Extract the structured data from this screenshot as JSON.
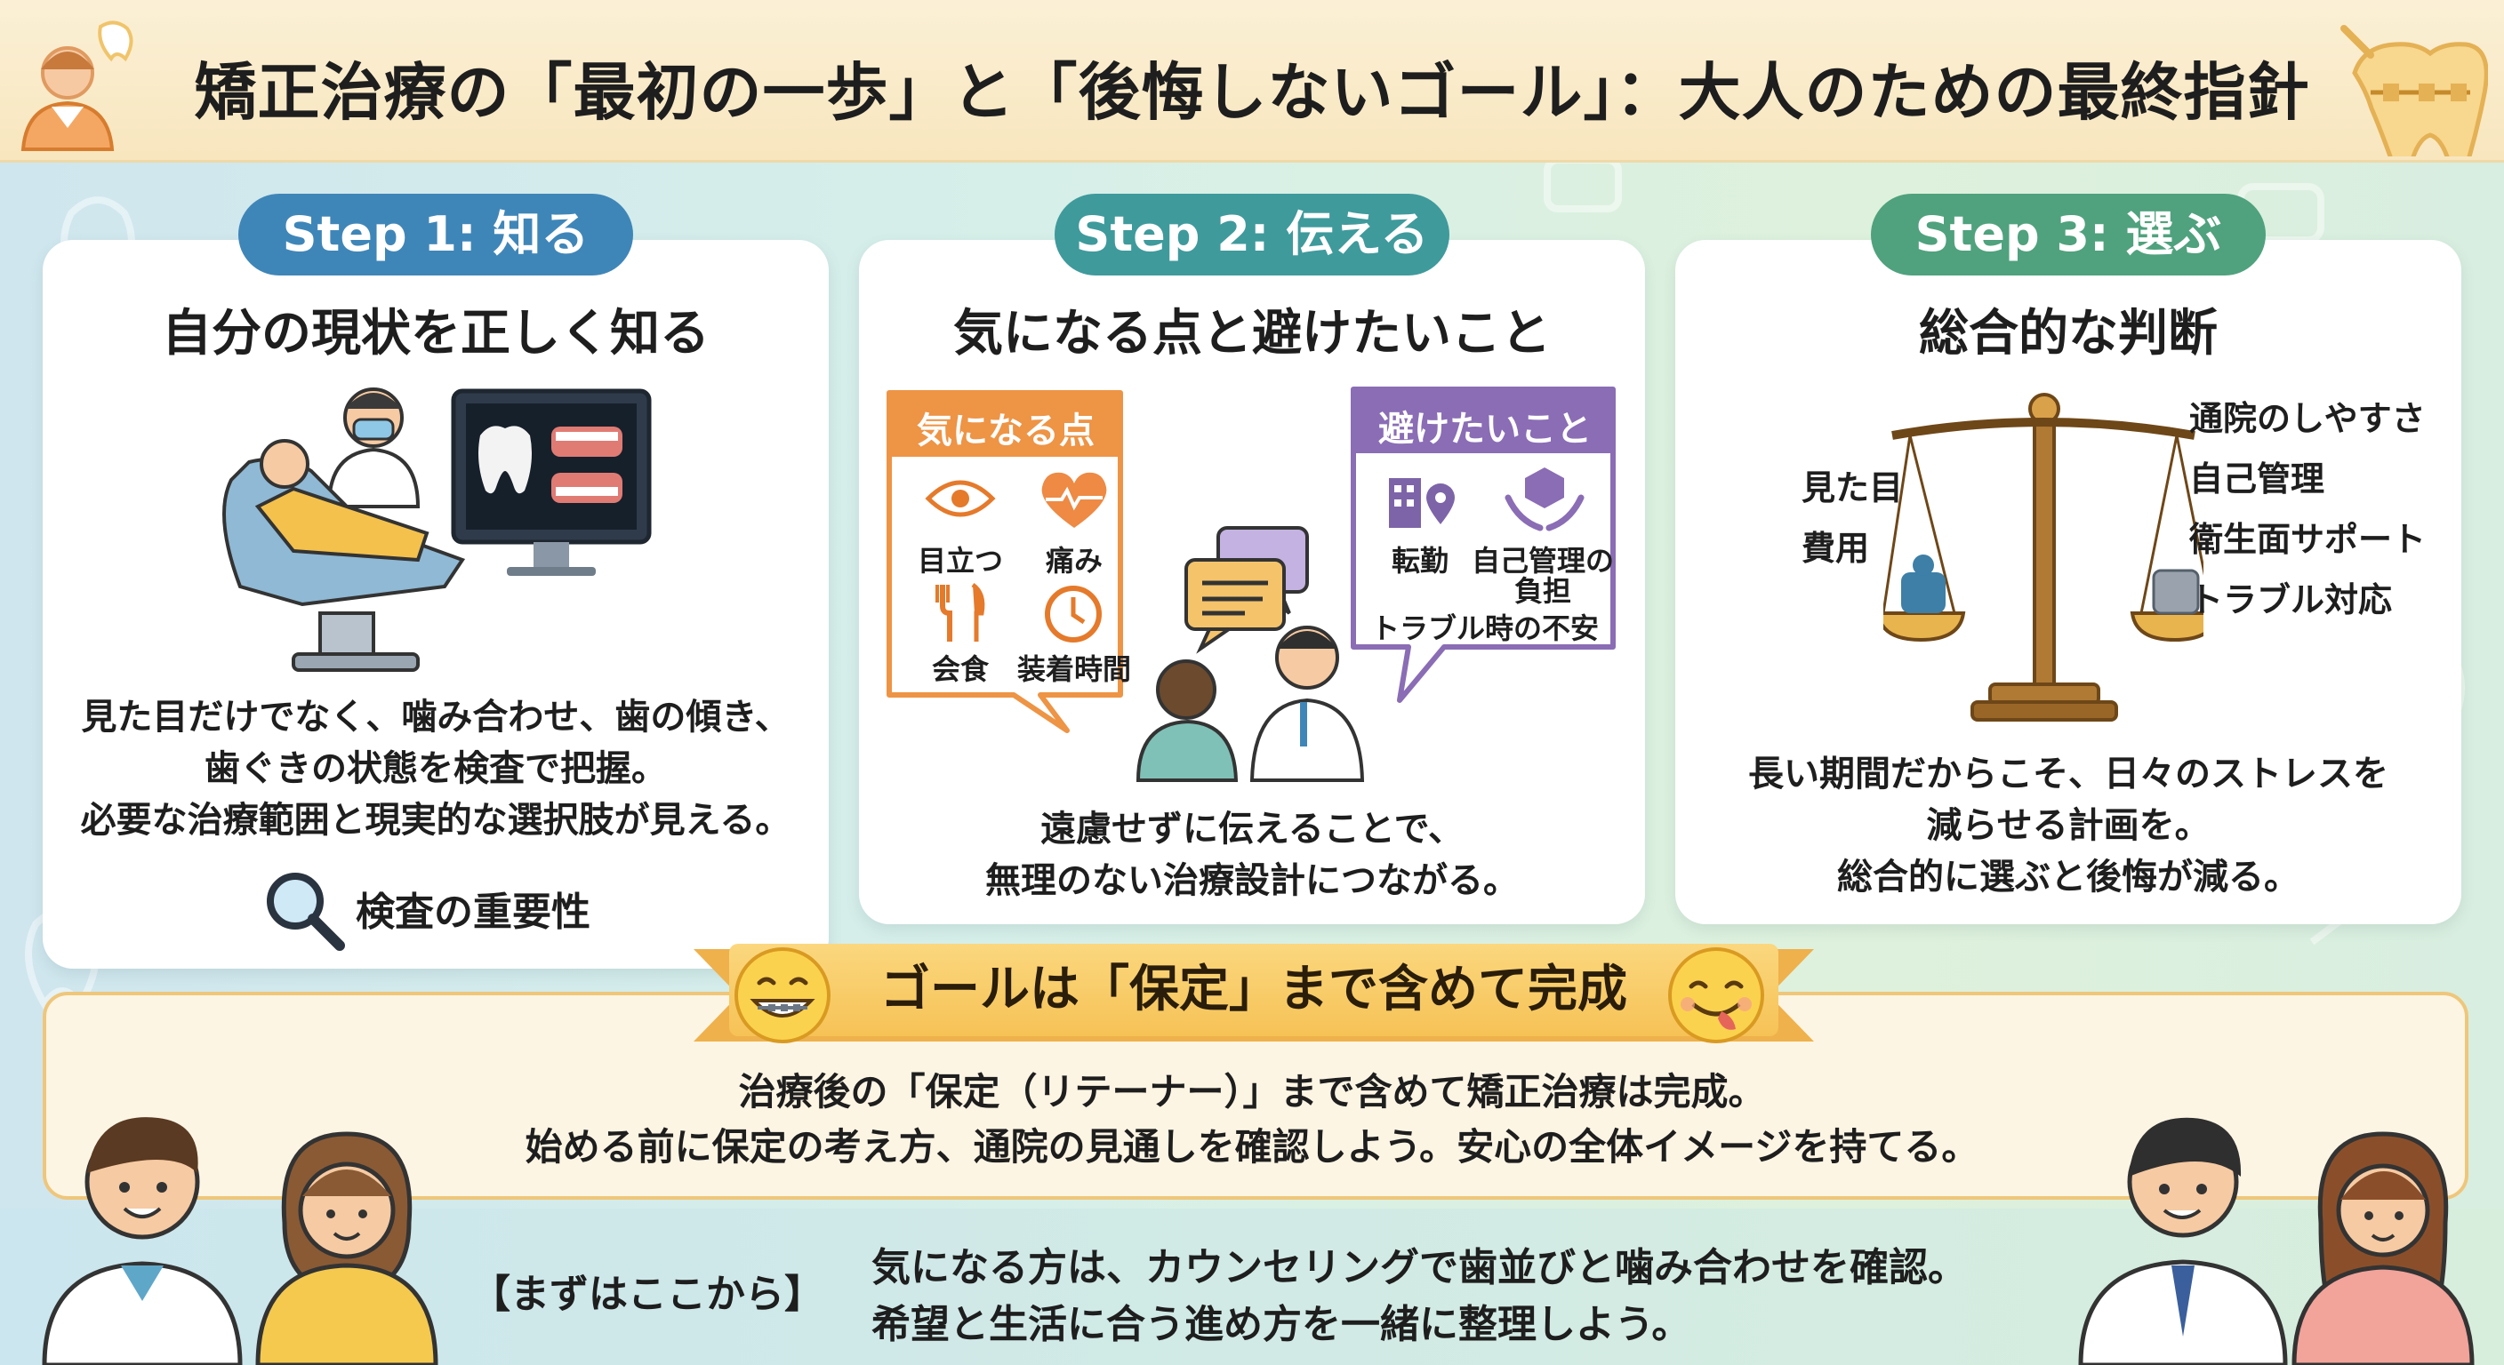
{
  "header": {
    "title": "矯正治療の「最初の一歩」と「後悔しないゴール」：大人のための最終指針"
  },
  "step1": {
    "pill": "Step 1: 知る",
    "heading": "自分の現状を正しく知る",
    "body": [
      "見た目だけでなく、噛み合わせ、歯の傾き、",
      "歯ぐきの状態を検査で把握。",
      "必要な治療範囲と現実的な選択肢が見える。"
    ],
    "key_point": "検査の重要性",
    "color": "#3f86b8"
  },
  "step2": {
    "pill": "Step 2: 伝える",
    "heading": "気になる点と避けたいこと",
    "concerns": {
      "title": "気になる点",
      "items": [
        "目立つ",
        "痛み",
        "会食",
        "装着時間"
      ]
    },
    "avoid": {
      "title": "避けたいこと",
      "items": [
        "転勤",
        "自己管理の",
        "負担",
        "トラブル時の不安"
      ]
    },
    "body": [
      "遠慮せずに伝えることで、",
      "無理のない治療設計につながる。"
    ],
    "color": "#3f9a9c"
  },
  "step3": {
    "pill": "Step 3: 選ぶ",
    "heading": "総合的な判断",
    "left_items": [
      "見た目",
      "費用"
    ],
    "right_items": [
      "通院のしやすさ",
      "自己管理",
      "衛生面サポート",
      "トラブル対応"
    ],
    "body": [
      "長い期間だからこそ、日々のストレスを",
      "減らせる計画を。",
      "総合的に選ぶと後悔が減る。"
    ],
    "color": "#4fa27d"
  },
  "goal": {
    "banner": "ゴールは「保定」まで含めて完成",
    "lines": [
      "治療後の「保定（リテーナー）」まで含めて矯正治療は完成。",
      "始める前に保定の考え方、通院の見通しを確認しよう。安心の全体イメージを持てる。"
    ]
  },
  "cta": {
    "label": "【まずはここから】",
    "lines": [
      "気になる方は、カウンセリングで歯並びと噛み合わせを確認。",
      "希望と生活に合う進め方を一緒に整理しよう。"
    ]
  },
  "icons": {
    "header_left": "dentist-avatar-icon",
    "header_right": "tooth-braces-icon",
    "magnifier": "magnifying-glass-icon",
    "eye": "eye-icon",
    "heart": "heartbeat-icon",
    "cutlery": "fork-knife-icon",
    "clock": "clock-icon",
    "building": "building-location-icon",
    "hands": "hands-box-icon",
    "scale": "balance-scale-icon"
  }
}
